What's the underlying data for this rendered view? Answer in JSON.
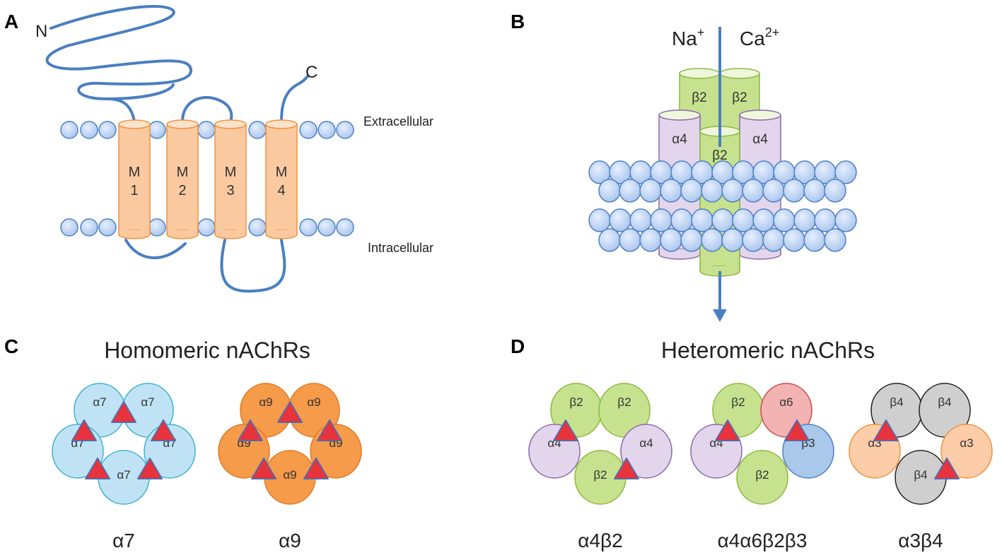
{
  "colors": {
    "membrane_fill": "#b8cff0",
    "membrane_stroke": "#4f82c4",
    "chain": "#4a7fc1",
    "helix_fill": "#fbc9a0",
    "helix_stroke": "#f0923d",
    "beta2_fill": "#c6e28e",
    "beta2_stroke": "#8cb840",
    "alpha4_fill": "#e3d5ec",
    "alpha4_stroke": "#8a6aa8",
    "alpha7_fill": "#bfe3f4",
    "alpha7_stroke": "#3fb2cf",
    "alpha9_fill": "#f59b4a",
    "alpha9_stroke": "#e07a26",
    "alpha6_fill": "#f3b3b3",
    "alpha6_stroke": "#cc4a4a",
    "beta3_fill": "#a9c8ea",
    "beta3_stroke": "#4a7fc1",
    "alpha3_fill": "#fccda8",
    "alpha3_stroke": "#f0923d",
    "beta4_fill": "#cfcfcf",
    "beta4_stroke": "#222222",
    "triangle_fill": "#e8323c",
    "triangle_stroke": "#5a6aa8"
  },
  "panels": {
    "a": {
      "letter": "A",
      "n_terminus": "N",
      "c_terminus": "C",
      "extracellular": "Extracellular",
      "intracellular": "Intracellular",
      "helices": [
        {
          "top": "M",
          "bottom": "1"
        },
        {
          "top": "M",
          "bottom": "2"
        },
        {
          "top": "M",
          "bottom": "3"
        },
        {
          "top": "M",
          "bottom": "4"
        }
      ]
    },
    "b": {
      "letter": "B",
      "ion1": "Na",
      "ion1_sup": "+",
      "ion2": "Ca",
      "ion2_sup": "2+",
      "subunits": [
        "β2",
        "β2",
        "α4",
        "β2",
        "α4"
      ]
    },
    "c": {
      "letter": "C",
      "title": "Homomeric nAChRs",
      "receptors": [
        {
          "name": "α7",
          "subunits": [
            "α7",
            "α7",
            "α7",
            "α7",
            "α7"
          ]
        },
        {
          "name": "α9",
          "subunits": [
            "α9",
            "α9",
            "α9",
            "α9",
            "α9"
          ]
        }
      ]
    },
    "d": {
      "letter": "D",
      "title": "Heteromeric nAChRs",
      "receptors": [
        {
          "name": "α4β2",
          "subunits": [
            "β2",
            "β2",
            "α4",
            "α4",
            "β2"
          ]
        },
        {
          "name": "α4α6β2β3",
          "subunits": [
            "β2",
            "α6",
            "α4",
            "β3",
            "β2"
          ]
        },
        {
          "name": "α3β4",
          "subunits": [
            "β4",
            "β4",
            "α3",
            "α3",
            "β4"
          ]
        }
      ]
    }
  }
}
